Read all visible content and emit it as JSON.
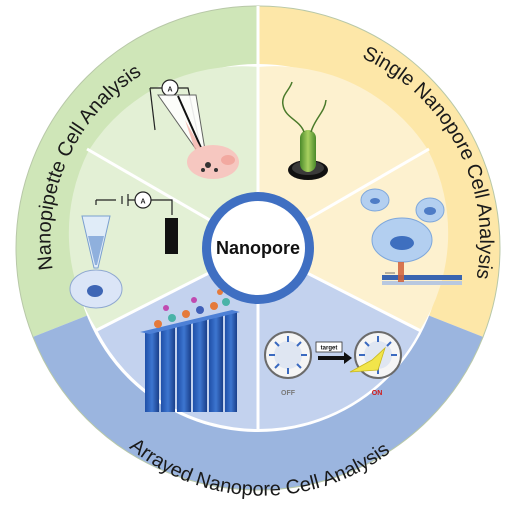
{
  "center": {
    "label": "Nanopore"
  },
  "sections": {
    "nanopipette": {
      "label": "Nanopipette Cell Analysis",
      "color": "#cfe6b8"
    },
    "single": {
      "label": "Single Nanopore Cell Analysis",
      "color": "#fde7a8"
    },
    "arrayed": {
      "label": "Arrayed Nanopore Cell Analysis",
      "color": "#9bb5df"
    }
  },
  "panels": {
    "ammeter_symbol": "A",
    "switch_off": "OFF",
    "switch_on": "ON",
    "target_label": "target"
  },
  "colors": {
    "ring_blue": "#3f6fc2",
    "green_outer": "#cfe6b8",
    "yellow_outer": "#fde7a8",
    "blue_outer": "#9bb5df",
    "green_inner": "#e3f0d5",
    "yellow_inner": "#fdf1cf",
    "blue_inner": "#c3d2ee"
  }
}
